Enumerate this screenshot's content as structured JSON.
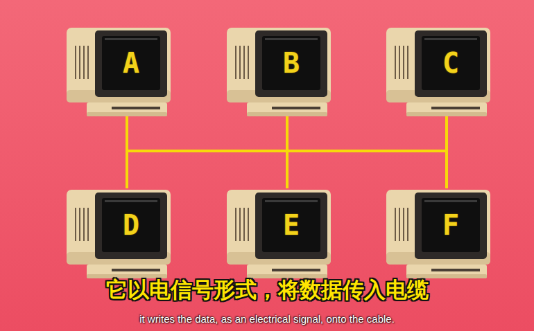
{
  "diagram": {
    "nodes": [
      {
        "text": [
          "A"
        ]
      },
      {
        "text": [
          "B"
        ]
      },
      {
        "text": [
          "C"
        ]
      },
      {
        "text": [
          "D"
        ]
      },
      {
        "text": [
          "E"
        ]
      },
      {
        "text": [
          "F"
        ]
      }
    ],
    "edges": [
      {
        "from": 0,
        "to": 1,
        "arrow": "none"
      },
      {
        "from": 0,
        "to": 2,
        "arrow": "none"
      },
      {
        "from": 0,
        "to": 3,
        "arrow": "none"
      },
      {
        "from": 0,
        "to": 4,
        "arrow": "none"
      },
      {
        "from": 0,
        "to": 5,
        "arrow": "none"
      },
      {
        "from": 1,
        "to": 2,
        "arrow": "none"
      },
      {
        "from": 1,
        "to": 3,
        "arrow": "none"
      },
      {
        "from": 1,
        "to": 4,
        "arrow": "none"
      },
      {
        "from": 1,
        "to": 5,
        "arrow": "none"
      },
      {
        "from": 2,
        "to": 3,
        "arrow": "none"
      },
      {
        "from": 2,
        "to": 4,
        "arrow": "none"
      },
      {
        "from": 2,
        "to": 5,
        "arrow": "none"
      },
      {
        "from": 3,
        "to": 4,
        "arrow": "none"
      },
      {
        "from": 3,
        "to": 5,
        "arrow": "none"
      },
      {
        "from": 4,
        "to": 5,
        "arrow": "none"
      }
    ],
    "labels": [
      "它以电信号形式，将数据传入电缆",
      "it writes the data, as an electrical signal, onto the cable."
    ]
  }
}
